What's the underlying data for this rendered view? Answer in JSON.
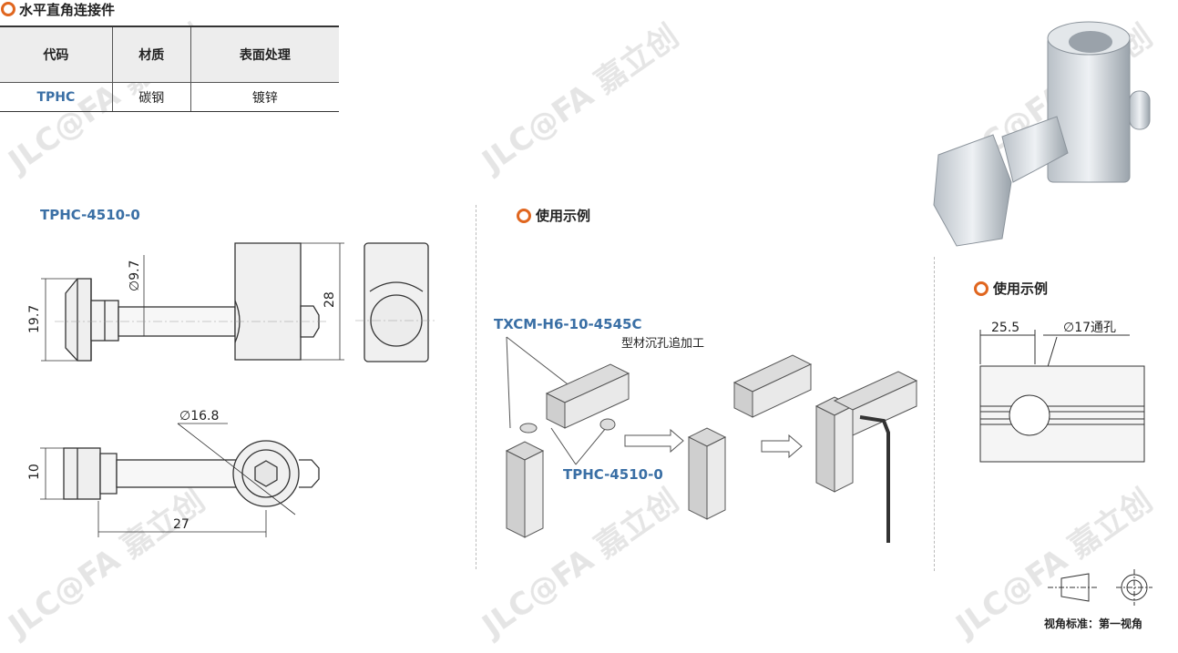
{
  "header": {
    "title": "水平直角连接件"
  },
  "spec_table": {
    "headers": [
      "代码",
      "材质",
      "表面处理"
    ],
    "rows": [
      [
        "TPHC",
        "碳钢",
        "镀锌"
      ]
    ]
  },
  "drawing": {
    "part_code": "TPHC-4510-0",
    "dims": {
      "d_shaft": "∅9.7",
      "head_height": "19.7",
      "body_height": "28",
      "d_head": "∅16.8",
      "width": "10",
      "length": "27"
    }
  },
  "usage_example": {
    "title": "使用示例",
    "profile_code": "TXCM-H6-10-4545C",
    "profile_note": "型材沉孔追加工",
    "connector_code": "TPHC-4510-0"
  },
  "usage_example_2": {
    "title": "使用示例",
    "dim_offset": "25.5",
    "dim_hole": "∅17通孔"
  },
  "footer": {
    "view_standard": "视角标准：第一视角"
  },
  "colors": {
    "accent_ring": "#e0661f",
    "code_blue": "#3a6fa5"
  }
}
